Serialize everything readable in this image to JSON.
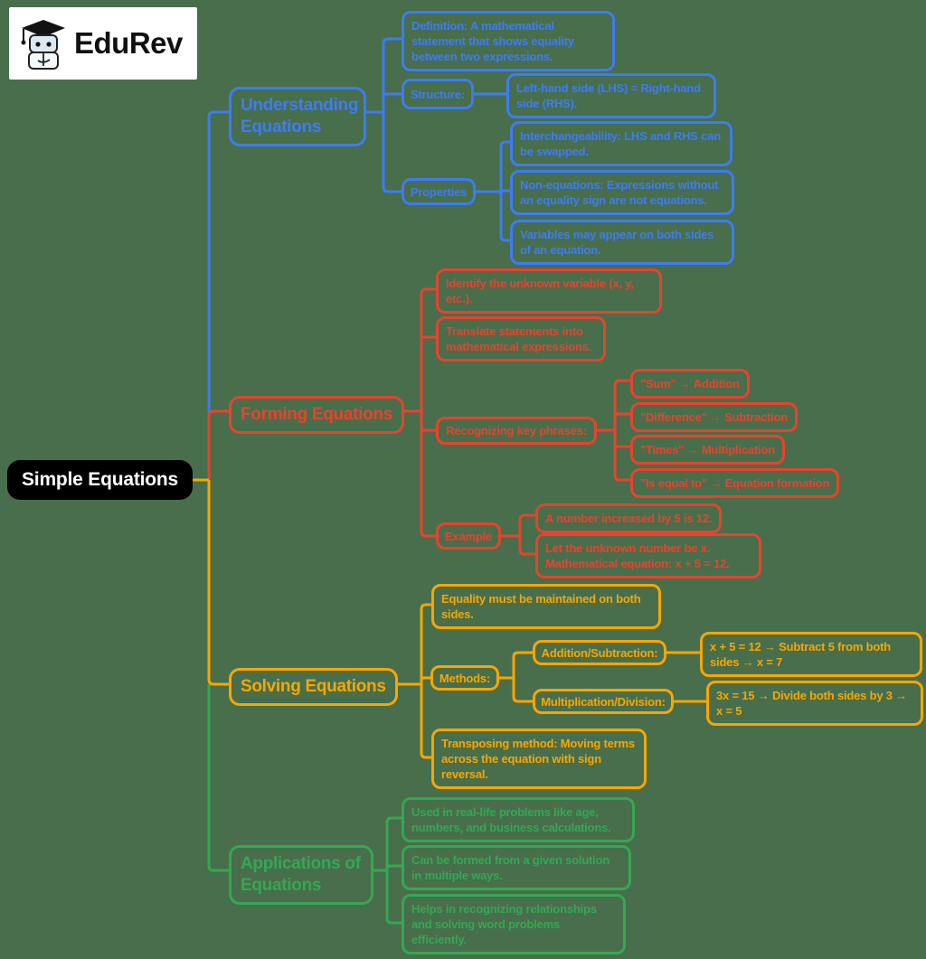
{
  "background_color": "#486E4B",
  "logo": {
    "brand": "EduRev"
  },
  "root": {
    "label": "Simple Equations"
  },
  "colors": {
    "understanding": "#3D7CF5",
    "forming": "#E8432E",
    "solving": "#F9A602",
    "applications": "#34A853",
    "root_bg": "#000000",
    "root_text": "#FFFFFF",
    "canvas_bg": "#486E4B",
    "logo_bg": "#FFFFFF"
  },
  "understanding": {
    "label": "Understanding Equations",
    "definition": "Definition: A mathematical statement that shows equality between two expressions.",
    "structure_label": "Structure:",
    "structure_value": "Left-hand side (LHS) = Right-hand side (RHS).",
    "properties_label": "Properties",
    "properties": [
      "Interchangeability: LHS and RHS can be swapped.",
      "Non-equations: Expressions without an equality sign are not equations.",
      "Variables may appear on both sides of an equation."
    ]
  },
  "forming": {
    "label": "Forming Equations",
    "identify": "Identify the unknown variable (x, y, etc.).",
    "translate": "Translate statements into mathematical expressions.",
    "recognizing_label": "Recognizing key phrases:",
    "phrases": [
      "\"Sum\" → Addition",
      "\"Difference\" → Subtraction",
      "\"Times\" → Multiplication",
      "\"Is equal to\" → Equation formation"
    ],
    "example_label": "Example",
    "examples": [
      "A number increased by 5 is 12.",
      "Let the unknown number be x. Mathematical equation: x + 5 = 12."
    ]
  },
  "solving": {
    "label": "Solving Equations",
    "equality": "Equality must be maintained on both sides.",
    "methods_label": "Methods:",
    "addsub_label": "Addition/Subtraction:",
    "addsub_value": "x + 5 = 12 → Subtract 5 from both sides → x = 7",
    "muldiv_label": "Multiplication/Division:",
    "muldiv_value": "3x = 15 → Divide both sides by 3 → x = 5",
    "transposing": "Transposing method: Moving terms across the equation with sign reversal."
  },
  "applications": {
    "label": "Applications of Equations",
    "items": [
      "Used in real-life problems like age, numbers, and business calculations.",
      "Can be formed from a given solution in multiple ways.",
      "Helps in recognizing relationships and solving word problems efficiently."
    ]
  }
}
